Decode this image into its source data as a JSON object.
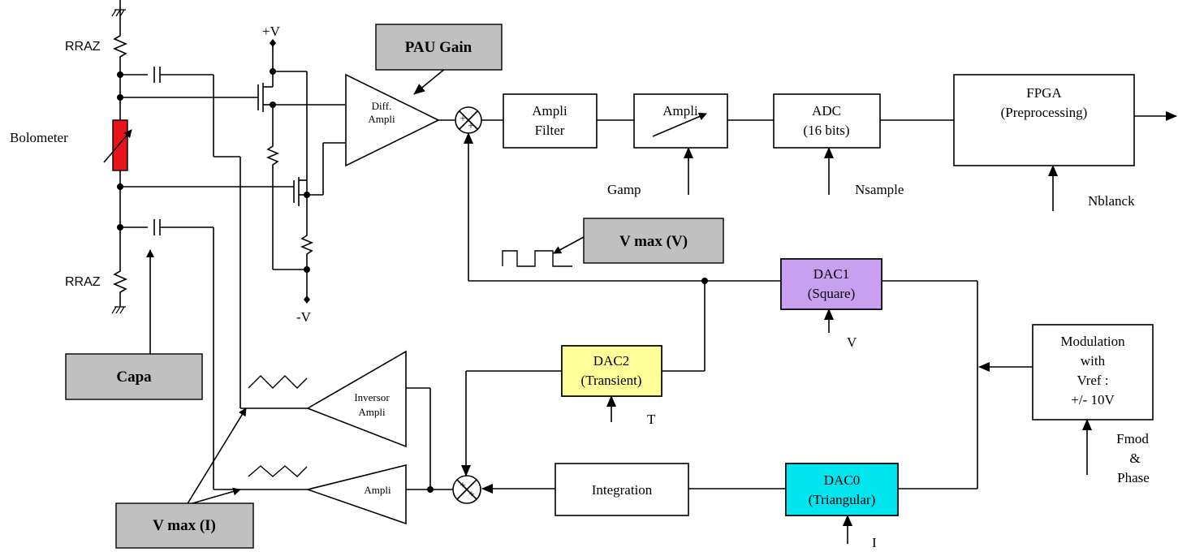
{
  "colors": {
    "gray_box": "#c0c0c0",
    "bolometer": "#e8141c",
    "dac1": "#c9a0f0",
    "dac2": "#ffff99",
    "dac0": "#00e5ee"
  },
  "labels": {
    "r_raz_top": "RRAZ",
    "r_raz_bottom": "RRAZ",
    "bolometer": "Bolometer",
    "plus_v": "+V",
    "minus_v": "-V",
    "capa": "Capa",
    "vmax_i": "V max (I)",
    "pau_gain": "PAU Gain",
    "vmax_v": "V max (V)",
    "diff_ampli_1": "Diff.",
    "diff_ampli_2": "Ampli",
    "ampli_filter_1": "Ampli",
    "ampli_filter_2": "Filter",
    "ampli_gain": "Ampli",
    "gamp": "Gamp",
    "adc_1": "ADC",
    "adc_2": "(16 bits)",
    "nsample": "Nsample",
    "fpga_1": "FPGA",
    "fpga_2": "(Preprocessing)",
    "nblanck": "Nblanck",
    "dac1_1": "DAC1",
    "dac1_2": "(Square)",
    "v": "V",
    "dac2_1": "DAC2",
    "dac2_2": "(Transient)",
    "t": "T",
    "mod_1": "Modulation",
    "mod_2": "with",
    "mod_3": "Vref :",
    "mod_4": "+/- 10V",
    "fmod": "Fmod",
    "amp": "&",
    "phase": "Phase",
    "inversor_1": "Inversor",
    "inversor_2": "Ampli",
    "ampli_tri": "Ampli",
    "integration": "Integration",
    "dac0_1": "DAC0",
    "dac0_2": "(Triangular)",
    "i": "I",
    "plus": "+"
  }
}
